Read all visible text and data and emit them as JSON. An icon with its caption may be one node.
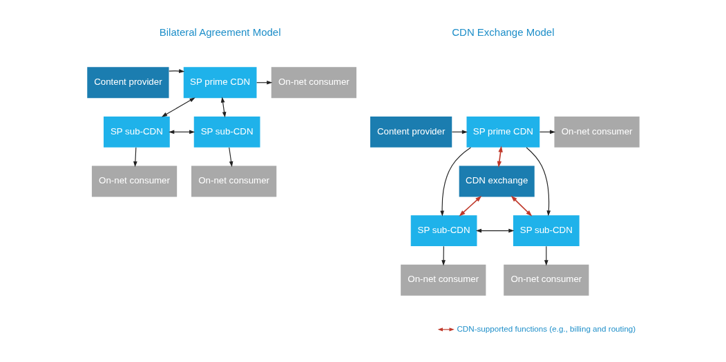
{
  "diagram": {
    "nodes": [
      {
        "text": [
          "Content provider"
        ]
      },
      {
        "text": [
          "SP prime CDN"
        ]
      },
      {
        "text": [
          "On-net consumer"
        ]
      },
      {
        "text": [
          "SP sub-CDN"
        ]
      },
      {
        "text": [
          "SP sub-CDN"
        ]
      },
      {
        "text": [
          "On-net consumer"
        ]
      },
      {
        "text": [
          "On-net consumer"
        ]
      },
      {
        "text": [
          "Content provider"
        ]
      },
      {
        "text": [
          "SP prime CDN"
        ]
      },
      {
        "text": [
          "On-net consumer"
        ]
      },
      {
        "text": [
          "CDN exchange"
        ]
      },
      {
        "text": [
          "SP sub-CDN"
        ]
      },
      {
        "text": [
          "SP sub-CDN"
        ]
      },
      {
        "text": [
          "On-net consumer"
        ]
      },
      {
        "text": [
          "On-net consumer"
        ]
      }
    ],
    "edges": [
      {
        "from": 0,
        "to": 1,
        "arrow": "to"
      },
      {
        "from": 1,
        "to": 2,
        "arrow": "to"
      },
      {
        "from": 1,
        "to": 3,
        "arrow": "both"
      },
      {
        "from": 1,
        "to": 4,
        "arrow": "both"
      },
      {
        "from": 3,
        "to": 4,
        "arrow": "both"
      },
      {
        "from": 3,
        "to": 5,
        "arrow": "to"
      },
      {
        "from": 4,
        "to": 6,
        "arrow": "to"
      },
      {
        "from": 7,
        "to": 8,
        "arrow": "to"
      },
      {
        "from": 8,
        "to": 9,
        "arrow": "to"
      },
      {
        "from": 8,
        "to": 10,
        "arrow": "both",
        "color": "#c0392b"
      },
      {
        "from": 8,
        "to": 11,
        "arrow": "to"
      },
      {
        "from": 8,
        "to": 12,
        "arrow": "to"
      },
      {
        "from": 10,
        "to": 11,
        "arrow": "both",
        "color": "#c0392b"
      },
      {
        "from": 10,
        "to": 12,
        "arrow": "both",
        "color": "#c0392b"
      },
      {
        "from": 11,
        "to": 12,
        "arrow": "both"
      },
      {
        "from": 11,
        "to": 13,
        "arrow": "to"
      },
      {
        "from": 12,
        "to": 14,
        "arrow": "to"
      }
    ],
    "labels": [
      "Bilateral Agreement Model",
      "CDN Exchange Model"
    ],
    "legend": [
      {
        "text": "CDN-supported functions (e.g., billing and routing)"
      }
    ]
  }
}
